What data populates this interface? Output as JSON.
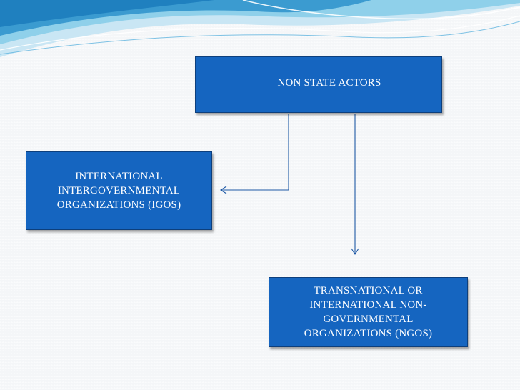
{
  "diagram": {
    "root": {
      "label": "NON STATE ACTORS"
    },
    "children": [
      {
        "id": "igo",
        "label": "INTERNATIONAL\nINTERGOVERNMENTAL\nORGANIZATIONS (IGOS)"
      },
      {
        "id": "ngo",
        "label": "TRANSNATIONAL OR\nINTERNATIONAL NON-\nGOVERNMENTAL\nORGANIZATIONS (NGOS)"
      }
    ],
    "edges": [
      {
        "from": "root",
        "to": "igo"
      },
      {
        "from": "root",
        "to": "ngo"
      }
    ]
  },
  "theme": {
    "box_fill": "#1565c0",
    "box_border": "#0d3f7c",
    "connector_color": "#1f5aa6",
    "swoosh_colors": [
      "#c9e6f4",
      "#7fc6e6",
      "#2f8fc6"
    ]
  }
}
